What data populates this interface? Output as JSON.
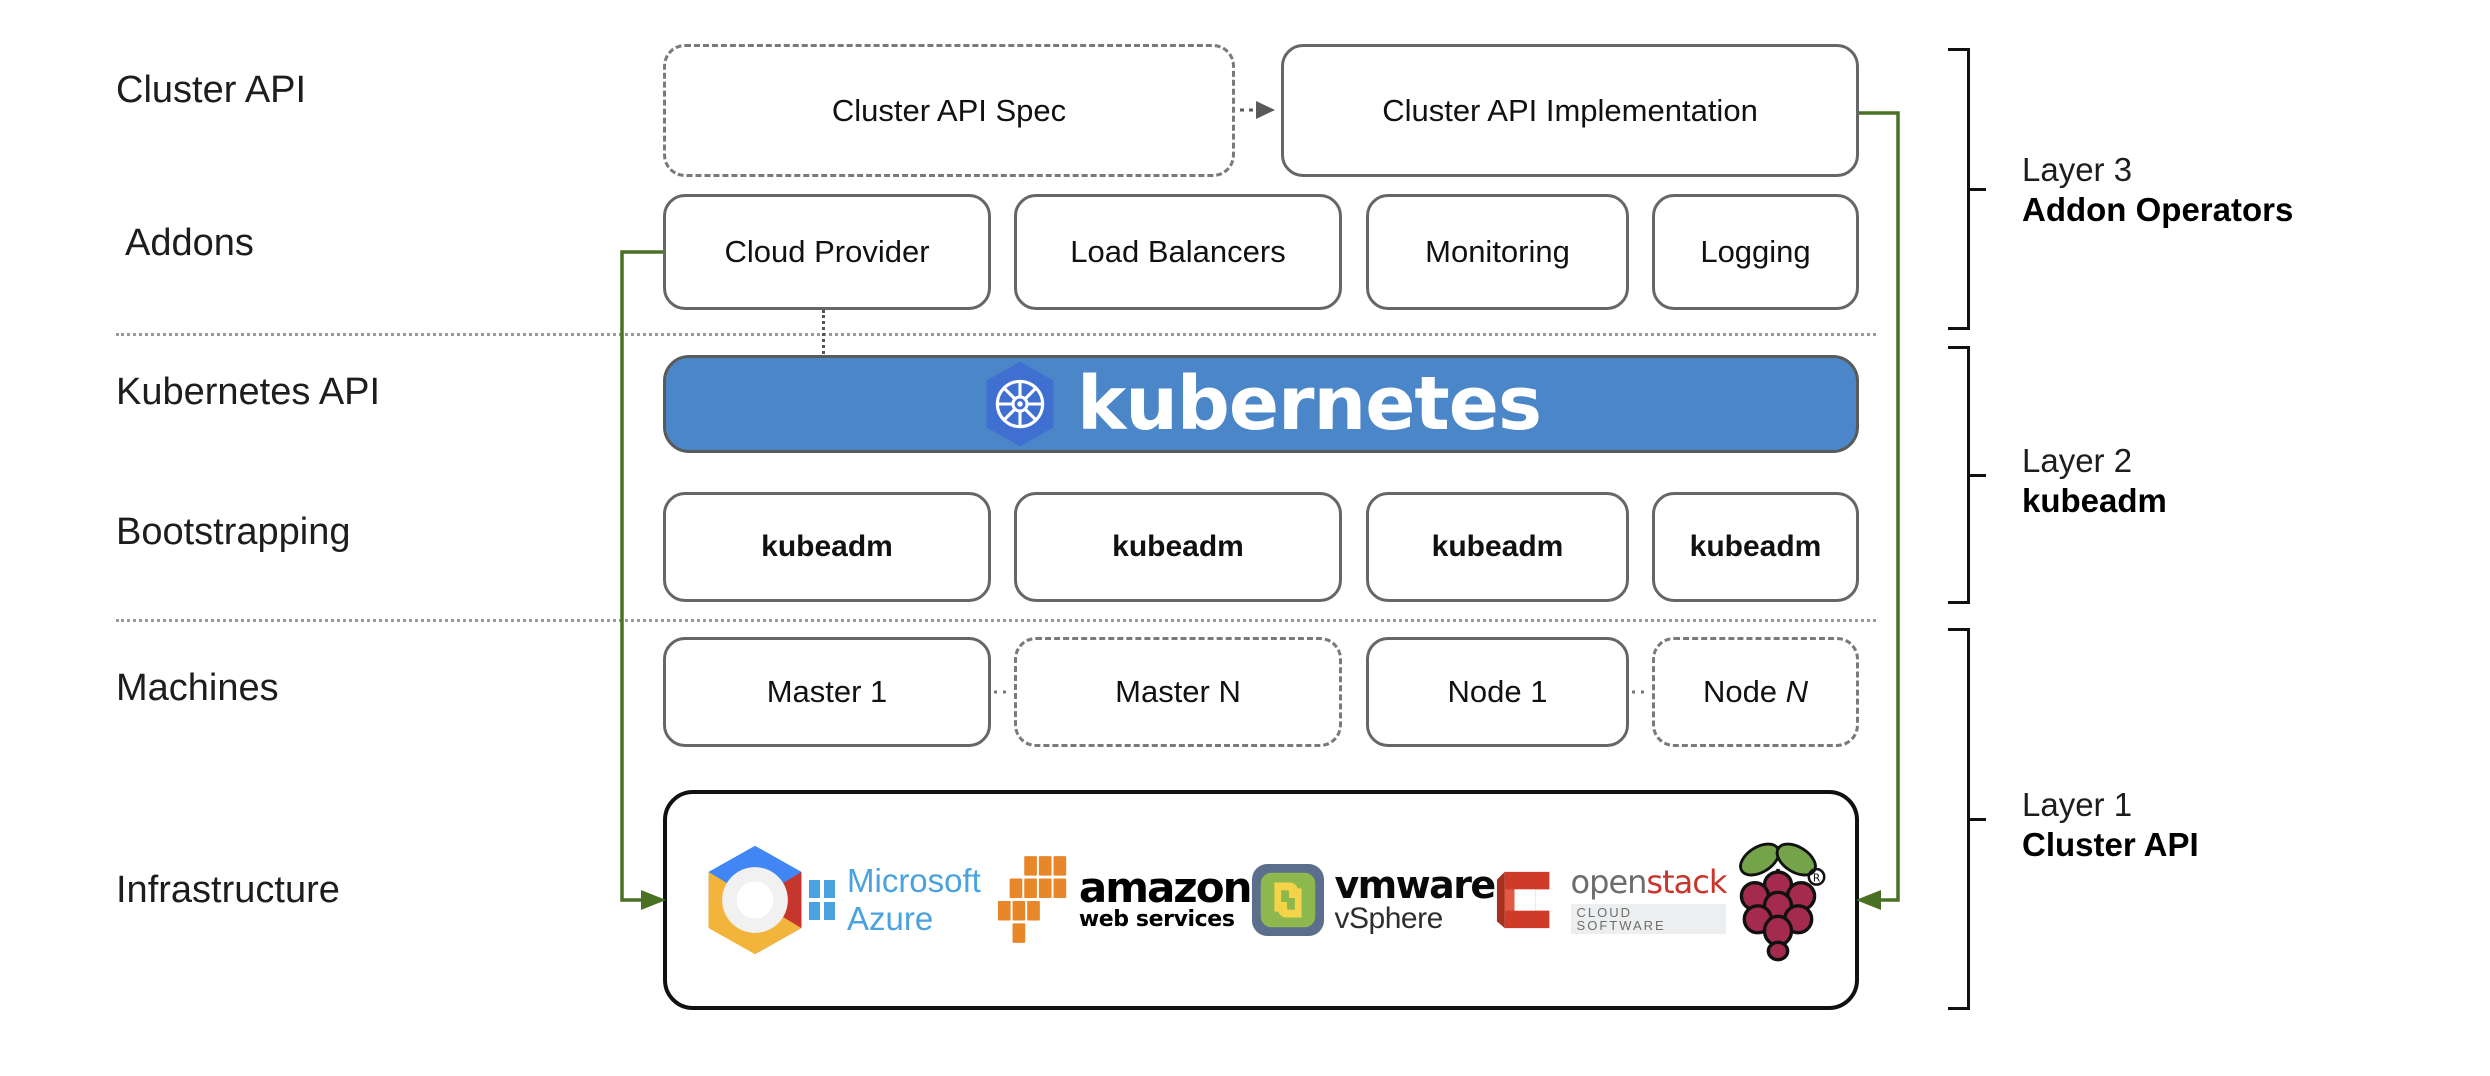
{
  "diagram": {
    "title": "Cluster API layered architecture",
    "colors": {
      "kubernetes_blue": "#4a86c8",
      "kubernetes_logo_blue": "#3f6fd1",
      "connector_green": "#4a7023",
      "box_border": "#666666",
      "dashed_border": "#7a7a7a",
      "azure_blue": "#4aa3df",
      "aws_orange": "#e8862a",
      "openstack_red": "#c9352c",
      "raspberry_crimson": "#a42b4d",
      "raspberry_green": "#75a34a"
    }
  },
  "row_labels": [
    {
      "id": "cluster-api",
      "label": "Cluster API"
    },
    {
      "id": "addons",
      "label": "Addons"
    },
    {
      "id": "kubernetes-api",
      "label": "Kubernetes API"
    },
    {
      "id": "bootstrapping",
      "label": "Bootstrapping"
    },
    {
      "id": "machines",
      "label": "Machines"
    },
    {
      "id": "infrastructure",
      "label": "Infrastructure"
    }
  ],
  "cluster_api_row": {
    "spec": {
      "label": "Cluster API Spec",
      "style": "dashed"
    },
    "implementation": {
      "label": "Cluster API Implementation",
      "style": "solid"
    },
    "arrow": "dotted-arrow-right"
  },
  "addons_row": [
    {
      "label": "Cloud Provider",
      "style": "solid"
    },
    {
      "label": "Load Balancers",
      "style": "solid"
    },
    {
      "label": "Monitoring",
      "style": "solid"
    },
    {
      "label": "Logging",
      "style": "solid"
    }
  ],
  "kubernetes_banner": {
    "wordmark": "kubernetes",
    "icon": "kubernetes-helm-wheel-icon"
  },
  "bootstrapping_row": [
    {
      "label": "kubeadm",
      "style": "solid"
    },
    {
      "label": "kubeadm",
      "style": "solid"
    },
    {
      "label": "kubeadm",
      "style": "solid"
    },
    {
      "label": "kubeadm",
      "style": "solid"
    }
  ],
  "machines_row": [
    {
      "label": "Master 1",
      "style": "solid",
      "italic_suffix": ""
    },
    {
      "label": "Master N",
      "style": "dashed",
      "italic_suffix": ""
    },
    {
      "label": "Node 1",
      "style": "solid",
      "italic_suffix": ""
    },
    {
      "label": "Node ",
      "style": "dashed",
      "italic_suffix": "N"
    }
  ],
  "infrastructure_row": {
    "providers": [
      {
        "id": "google-cloud",
        "name": "Google Cloud Platform",
        "icon": "google-cloud-hexagon-icon",
        "text": ""
      },
      {
        "id": "azure",
        "name": "Microsoft Azure",
        "icon": "windows-flag-icon",
        "text": "Microsoft Azure"
      },
      {
        "id": "aws",
        "name": "Amazon Web Services",
        "icon": "aws-cubes-icon",
        "text": "amazon",
        "subtext": "web services"
      },
      {
        "id": "vmware",
        "name": "VMware vSphere",
        "icon": "vmware-vsphere-icon",
        "text": "vmware",
        "subtext": "vSphere"
      },
      {
        "id": "openstack",
        "name": "OpenStack",
        "icon": "openstack-cube-icon",
        "text_open": "open",
        "text_stack": "stack",
        "subtext": "CLOUD SOFTWARE"
      },
      {
        "id": "raspberry-pi",
        "name": "Raspberry Pi",
        "icon": "raspberry-pi-icon",
        "text": ""
      }
    ]
  },
  "layers": [
    {
      "id": "layer-3",
      "top": "Layer 3",
      "bottom": "Addon Operators"
    },
    {
      "id": "layer-2",
      "top": "Layer 2",
      "bottom": "kubeadm"
    },
    {
      "id": "layer-1",
      "top": "Layer 1",
      "bottom": "Cluster API"
    }
  ]
}
